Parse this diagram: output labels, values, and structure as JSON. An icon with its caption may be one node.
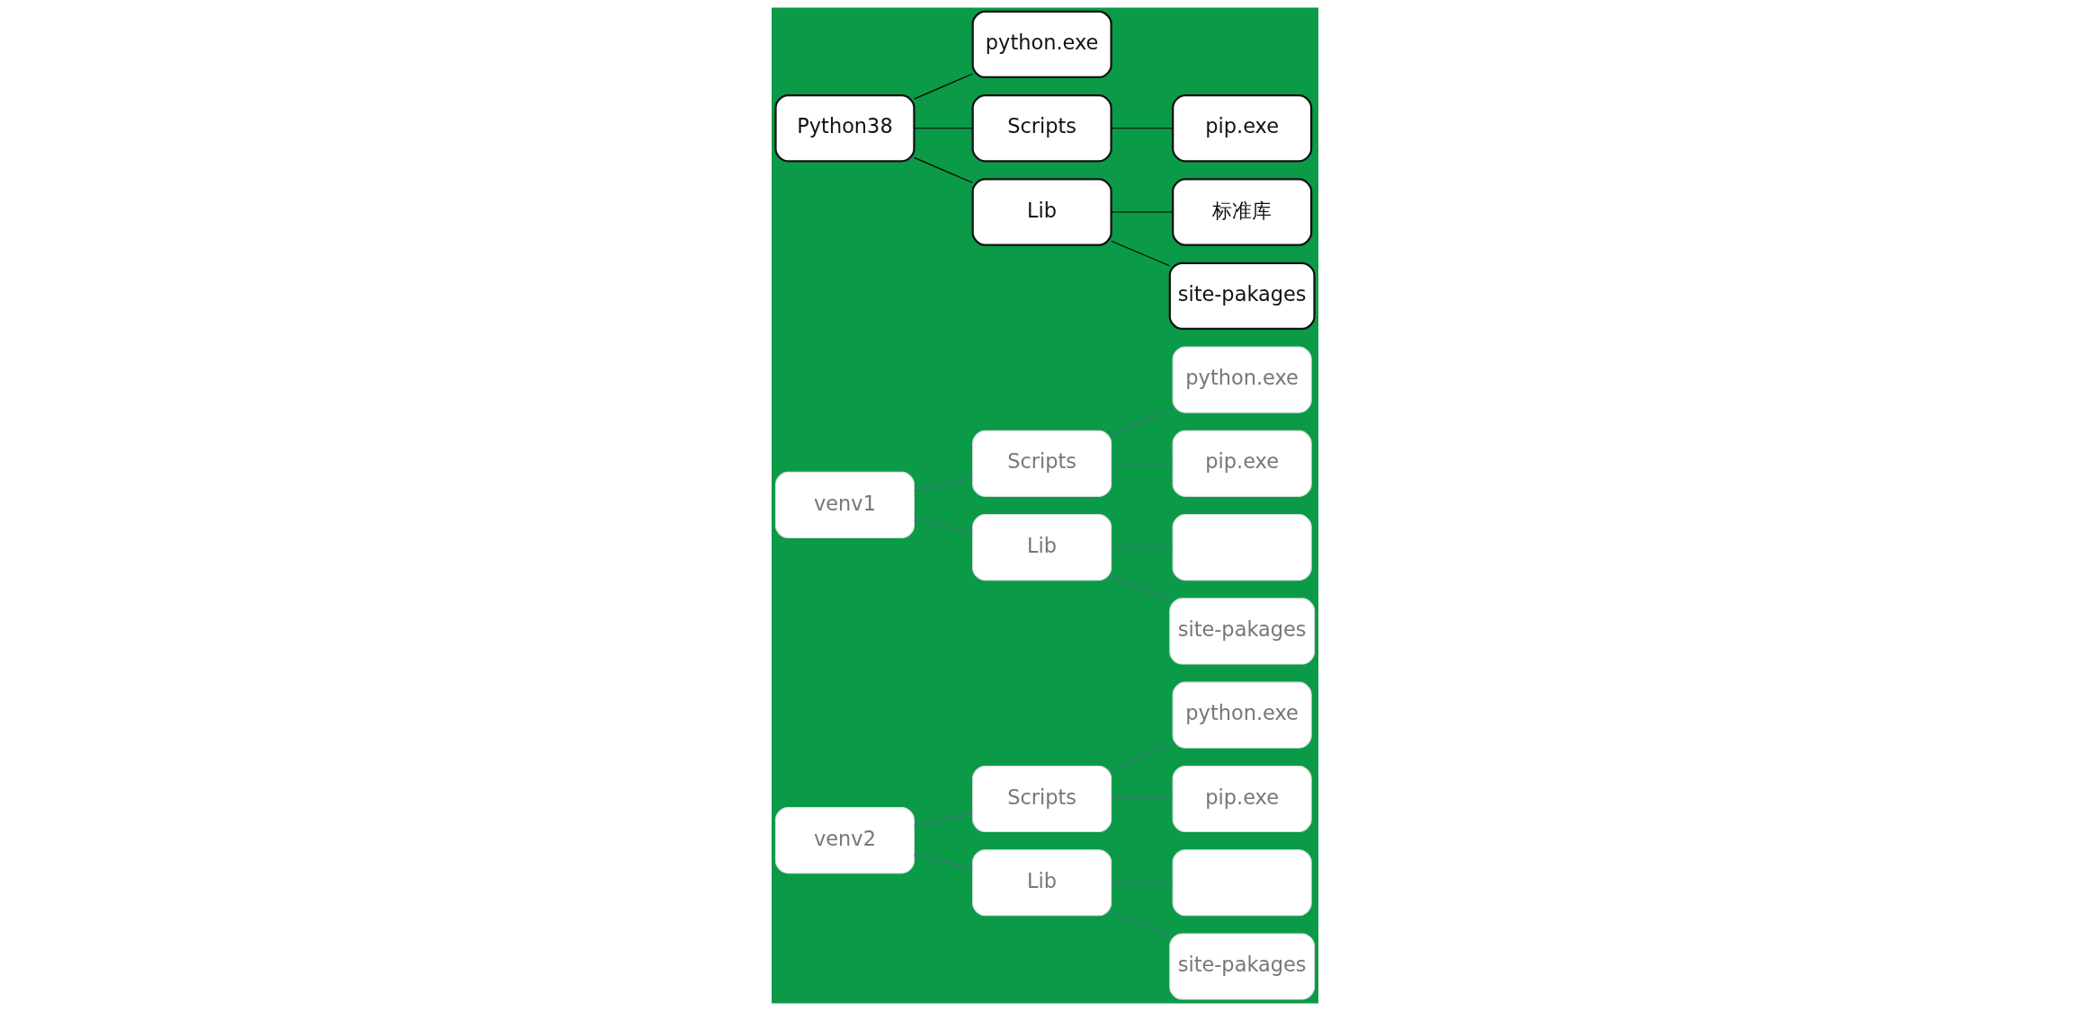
{
  "diagram": {
    "nodes": [
      {
        "text": [
          "Python38"
        ]
      },
      {
        "text": [
          "Lib"
        ]
      },
      {
        "text": [
          "Scripts"
        ]
      },
      {
        "text": [
          "python.exe"
        ]
      },
      {
        "text": [
          "site-pakages"
        ]
      },
      {
        "text": [
          "标准库"
        ]
      },
      {
        "text": [
          "pip.exe"
        ]
      },
      {
        "text": [
          "venv1"
        ]
      },
      {
        "text": [
          "Lib"
        ]
      },
      {
        "text": [
          "Scripts"
        ]
      },
      {
        "text": [
          "site-pakages"
        ]
      },
      {
        "text": [],
        "shape": "box"
      },
      {
        "text": [
          "pip.exe"
        ]
      },
      {
        "text": [
          "python.exe"
        ]
      },
      {
        "text": [
          "venv2"
        ]
      },
      {
        "text": [
          "Lib"
        ]
      },
      {
        "text": [
          "Scripts"
        ]
      },
      {
        "text": [
          "site-pakages"
        ]
      },
      {
        "text": [],
        "shape": "box"
      },
      {
        "text": [
          "pip.exe"
        ]
      },
      {
        "text": [
          "python.exe"
        ]
      }
    ],
    "edges": [
      {
        "from": 0,
        "to": 1,
        "arrow": "none",
        "color": "#000000"
      },
      {
        "from": 0,
        "to": 2,
        "arrow": "none",
        "color": "#000000"
      },
      {
        "from": 0,
        "to": 3,
        "arrow": "none",
        "color": "#000000"
      },
      {
        "from": 1,
        "to": 4,
        "arrow": "none",
        "color": "#000000"
      },
      {
        "from": 1,
        "to": 5,
        "arrow": "none",
        "color": "#000000"
      },
      {
        "from": 2,
        "to": 6,
        "arrow": "none",
        "color": "#000000"
      },
      {
        "from": 7,
        "to": 8,
        "arrow": "none"
      },
      {
        "from": 7,
        "to": 9,
        "arrow": "none"
      },
      {
        "from": 8,
        "to": 10,
        "arrow": "none"
      },
      {
        "from": 8,
        "to": 11,
        "arrow": "none"
      },
      {
        "from": 9,
        "to": 12,
        "arrow": "none"
      },
      {
        "from": 9,
        "to": 13,
        "arrow": "none"
      },
      {
        "from": 14,
        "to": 15,
        "arrow": "none"
      },
      {
        "from": 14,
        "to": 16,
        "arrow": "none"
      },
      {
        "from": 15,
        "to": 17,
        "arrow": "none"
      },
      {
        "from": 15,
        "to": 18,
        "arrow": "none"
      },
      {
        "from": 16,
        "to": 19,
        "arrow": "none"
      },
      {
        "from": 16,
        "to": 20,
        "arrow": "none"
      }
    ]
  }
}
